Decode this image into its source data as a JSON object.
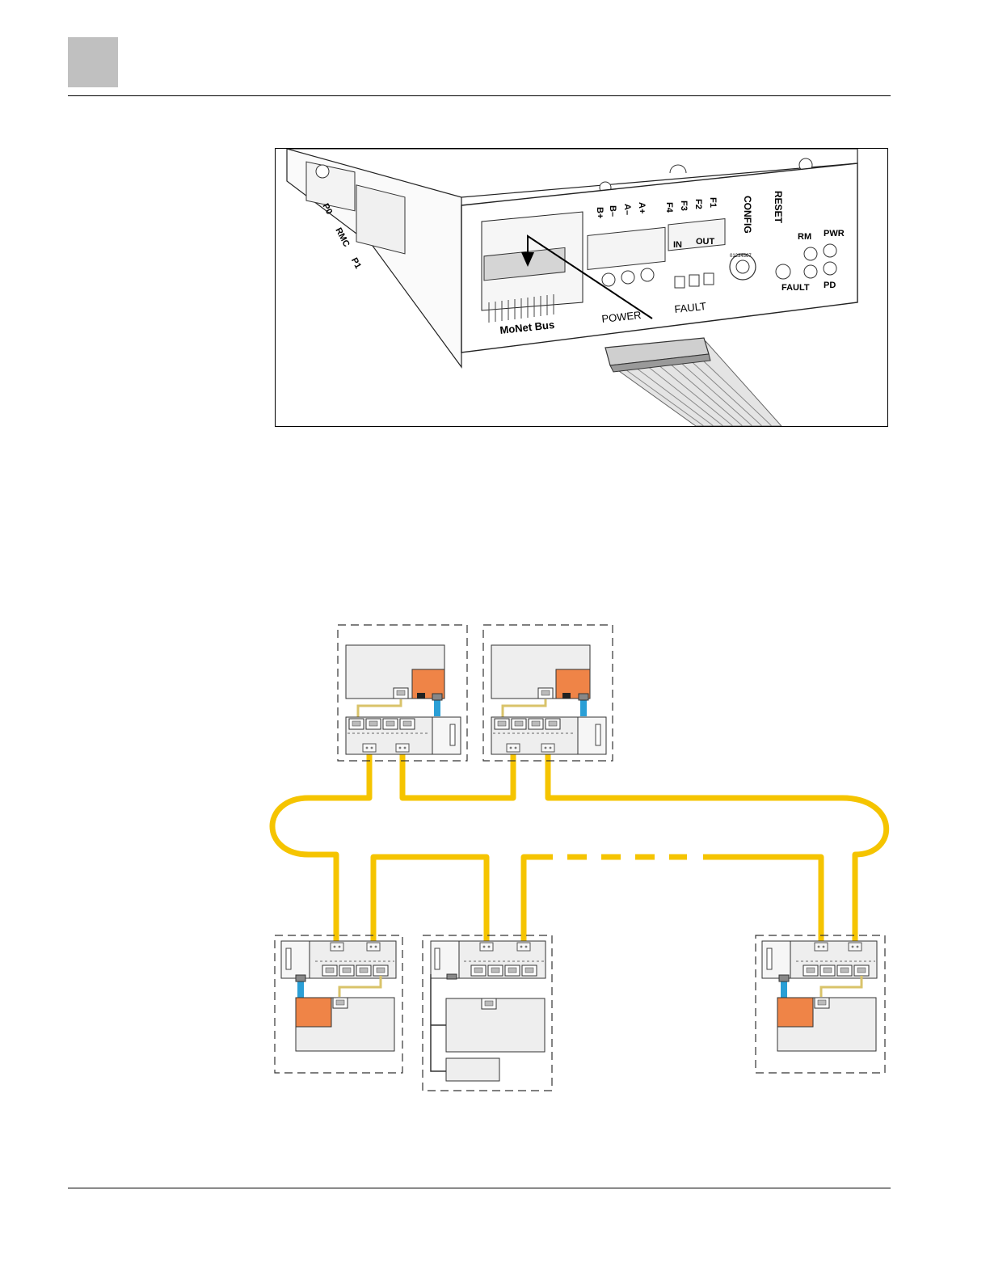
{
  "figure1": {
    "labels": {
      "monet_bus": "MoNet Bus",
      "power": "POWER",
      "fault": "FAULT",
      "in": "IN",
      "out": "OUT",
      "config": "CONFIG",
      "reset": "RESET",
      "rm": "RM",
      "pwr": "PWR",
      "fault_led": "FAULT",
      "pd": "PD",
      "b_plus": "B+",
      "b_minus": "B–",
      "a_minus": "A–",
      "a_plus": "A+",
      "f4": "F4",
      "f3": "F3",
      "f2": "F2",
      "f1": "F1",
      "p0": "P0",
      "rmc": "RMC",
      "p1": "P1",
      "rotary_digits": "01234567"
    }
  },
  "figure2": {
    "colors": {
      "ring": "#f5c400",
      "cable_tan": "#d9c36a",
      "link_blue": "#2a9fd6",
      "controller_orange": "#ef8447",
      "module_grey": "#eeeeee"
    }
  }
}
